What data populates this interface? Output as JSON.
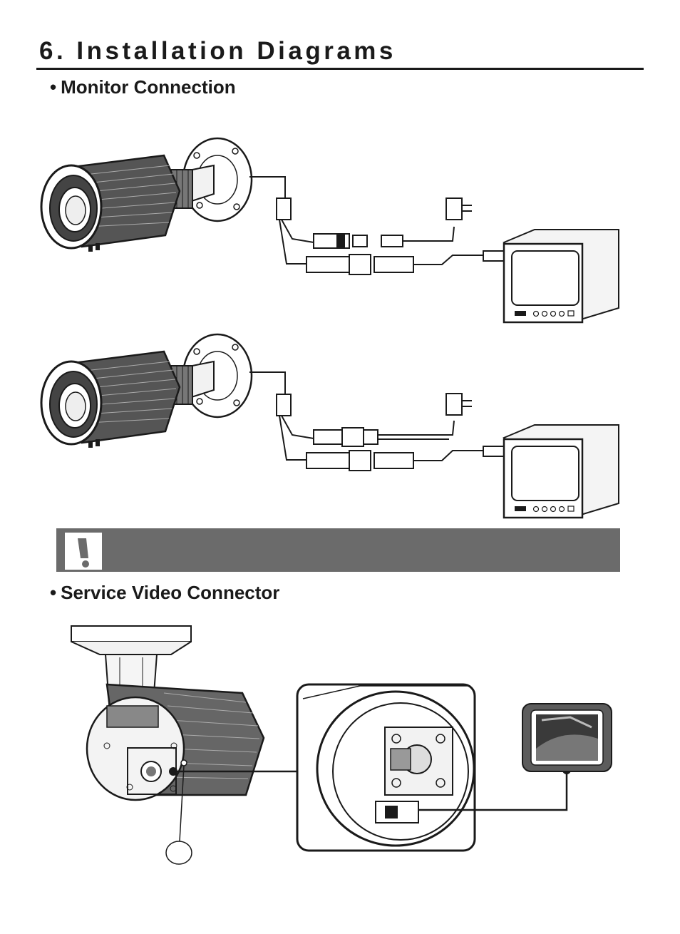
{
  "page": {
    "title": "6. Installation Diagrams"
  },
  "sections": [
    {
      "bullet": "•",
      "heading": "Monitor Connection"
    },
    {
      "bullet": "•",
      "heading": "Service Video Connector"
    }
  ],
  "warning": {
    "icon": "exclamation-icon",
    "text": ""
  },
  "icons": {
    "camera": "bullet-camera-icon",
    "monitor": "crt-monitor-icon",
    "adapter": "power-adapter-icon",
    "service_monitor": "service-monitor-icon"
  },
  "colors": {
    "warning_bar": "#6b6b6b",
    "line": "#1a1a1a"
  }
}
